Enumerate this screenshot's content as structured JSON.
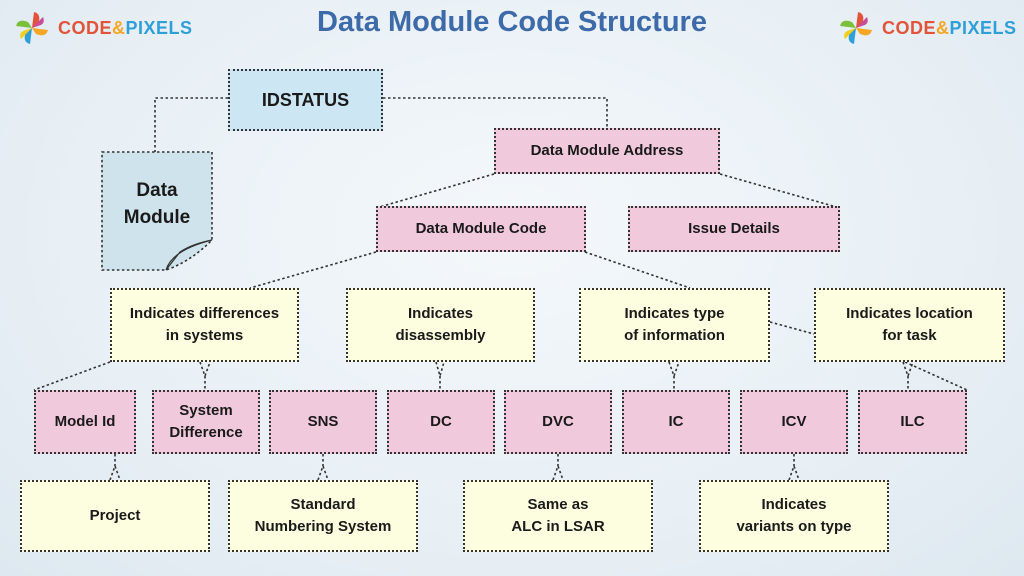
{
  "title": "Data Module Code Structure",
  "brand": {
    "part1": "CODE",
    "amp": "&",
    "part2": "PIXELS"
  },
  "nodes": {
    "idstatus": "IDSTATUS",
    "data_module": "Data\nModule",
    "dm_address": "Data Module Address",
    "dm_code": "Data Module Code",
    "issue_details": "Issue Details",
    "note_systems": "Indicates differences\nin systems",
    "note_disassembly": "Indicates\ndisassembly",
    "note_info": "Indicates type\nof information",
    "note_location": "Indicates location\nfor task",
    "model_id": "Model Id",
    "system_difference": "System\nDifference",
    "sns": "SNS",
    "dc": "DC",
    "dvc": "DVC",
    "ic": "IC",
    "icv": "ICV",
    "ilc": "ILC",
    "project": "Project",
    "standard_numbering": "Standard\nNumbering System",
    "same_as_alc": "Same as\nALC in LSAR",
    "variants": "Indicates\nvariants on type"
  }
}
